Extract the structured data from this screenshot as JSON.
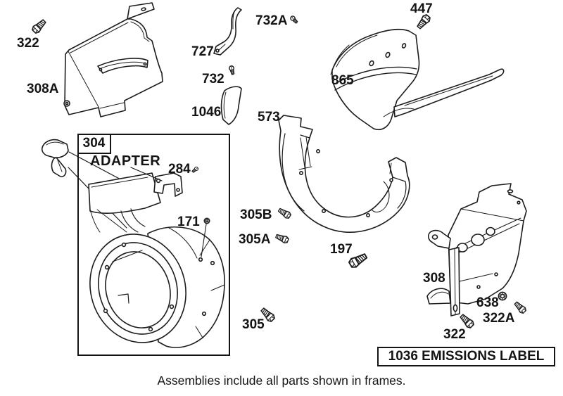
{
  "diagram_type": "exploded-parts-diagram",
  "colors": {
    "ink": "#141414",
    "paper": "#ffffff"
  },
  "caption": "Assemblies include all parts shown in frames.",
  "assembly_frame": {
    "badge": "304",
    "callout": "ADAPTER"
  },
  "emissions_frame": {
    "label": "1036 EMISSIONS LABEL"
  },
  "parts": [
    {
      "number": "322",
      "icon": "hex-bolt-icon",
      "area": "top-left"
    },
    {
      "number": "308A",
      "icon": "cover-panel-drawing",
      "area": "top-left"
    },
    {
      "number": "732A",
      "icon": "screw-icon",
      "area": "top-center"
    },
    {
      "number": "727",
      "icon": "bracket-drawing",
      "area": "top-center"
    },
    {
      "number": "732",
      "icon": "screw-icon",
      "area": "top-center"
    },
    {
      "number": "1046",
      "icon": "baffle-drawing",
      "area": "top-center"
    },
    {
      "number": "447",
      "icon": "hex-bolt-icon",
      "area": "top-right"
    },
    {
      "number": "865",
      "icon": "heat-shield-drawing",
      "area": "top-right"
    },
    {
      "number": "573",
      "icon": "cylinder-shield-drawing",
      "area": "center"
    },
    {
      "number": "284",
      "icon": "screw-icon",
      "area": "frame-304"
    },
    {
      "number": "171",
      "icon": "pin-icon",
      "area": "frame-304"
    },
    {
      "number": "305B",
      "icon": "hex-bolt-icon",
      "area": "center"
    },
    {
      "number": "305A",
      "icon": "hex-bolt-icon",
      "area": "center"
    },
    {
      "number": "197",
      "icon": "hex-bolt-icon",
      "area": "center"
    },
    {
      "number": "305",
      "icon": "hex-bolt-icon",
      "area": "bottom-center"
    },
    {
      "number": "308",
      "icon": "bracket-panel-drawing",
      "area": "right"
    },
    {
      "number": "638",
      "icon": "washer-icon",
      "area": "bottom-right"
    },
    {
      "number": "322A",
      "icon": "hex-bolt-icon",
      "area": "bottom-right"
    },
    {
      "number": "322",
      "icon": "hex-bolt-icon",
      "area": "bottom-right"
    }
  ]
}
